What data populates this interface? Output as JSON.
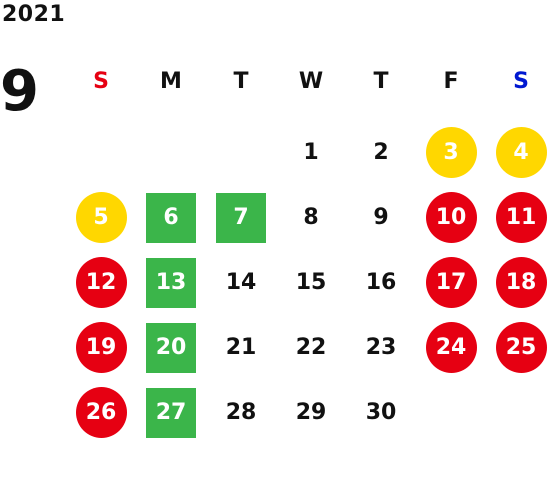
{
  "calendar": {
    "year": "2021",
    "month": "9",
    "weekdays": [
      {
        "label": "S",
        "color": "#e60012"
      },
      {
        "label": "M",
        "color": "#111111"
      },
      {
        "label": "T",
        "color": "#111111"
      },
      {
        "label": "W",
        "color": "#111111"
      },
      {
        "label": "T",
        "color": "#111111"
      },
      {
        "label": "F",
        "color": "#111111"
      },
      {
        "label": "S",
        "color": "#0018d1"
      }
    ],
    "colors": {
      "red": "#e60012",
      "yellow": "#ffd700",
      "green": "#3bb54a",
      "plain": "#111111"
    },
    "days": [
      {
        "day": "1",
        "col": 3,
        "row": 0,
        "style": "plain"
      },
      {
        "day": "2",
        "col": 4,
        "row": 0,
        "style": "plain"
      },
      {
        "day": "3",
        "col": 5,
        "row": 0,
        "style": "yellow"
      },
      {
        "day": "4",
        "col": 6,
        "row": 0,
        "style": "yellow"
      },
      {
        "day": "5",
        "col": 0,
        "row": 1,
        "style": "yellow"
      },
      {
        "day": "6",
        "col": 1,
        "row": 1,
        "style": "green"
      },
      {
        "day": "7",
        "col": 2,
        "row": 1,
        "style": "green"
      },
      {
        "day": "8",
        "col": 3,
        "row": 1,
        "style": "plain"
      },
      {
        "day": "9",
        "col": 4,
        "row": 1,
        "style": "plain"
      },
      {
        "day": "10",
        "col": 5,
        "row": 1,
        "style": "red"
      },
      {
        "day": "11",
        "col": 6,
        "row": 1,
        "style": "red"
      },
      {
        "day": "12",
        "col": 0,
        "row": 2,
        "style": "red"
      },
      {
        "day": "13",
        "col": 1,
        "row": 2,
        "style": "green"
      },
      {
        "day": "14",
        "col": 2,
        "row": 2,
        "style": "plain"
      },
      {
        "day": "15",
        "col": 3,
        "row": 2,
        "style": "plain"
      },
      {
        "day": "16",
        "col": 4,
        "row": 2,
        "style": "plain"
      },
      {
        "day": "17",
        "col": 5,
        "row": 2,
        "style": "red"
      },
      {
        "day": "18",
        "col": 6,
        "row": 2,
        "style": "red"
      },
      {
        "day": "19",
        "col": 0,
        "row": 3,
        "style": "red"
      },
      {
        "day": "20",
        "col": 1,
        "row": 3,
        "style": "green"
      },
      {
        "day": "21",
        "col": 2,
        "row": 3,
        "style": "plain"
      },
      {
        "day": "22",
        "col": 3,
        "row": 3,
        "style": "plain"
      },
      {
        "day": "23",
        "col": 4,
        "row": 3,
        "style": "plain"
      },
      {
        "day": "24",
        "col": 5,
        "row": 3,
        "style": "red"
      },
      {
        "day": "25",
        "col": 6,
        "row": 3,
        "style": "red"
      },
      {
        "day": "26",
        "col": 0,
        "row": 4,
        "style": "red"
      },
      {
        "day": "27",
        "col": 1,
        "row": 4,
        "style": "green"
      },
      {
        "day": "28",
        "col": 2,
        "row": 4,
        "style": "plain"
      },
      {
        "day": "29",
        "col": 3,
        "row": 4,
        "style": "plain"
      },
      {
        "day": "30",
        "col": 4,
        "row": 4,
        "style": "plain"
      }
    ]
  }
}
